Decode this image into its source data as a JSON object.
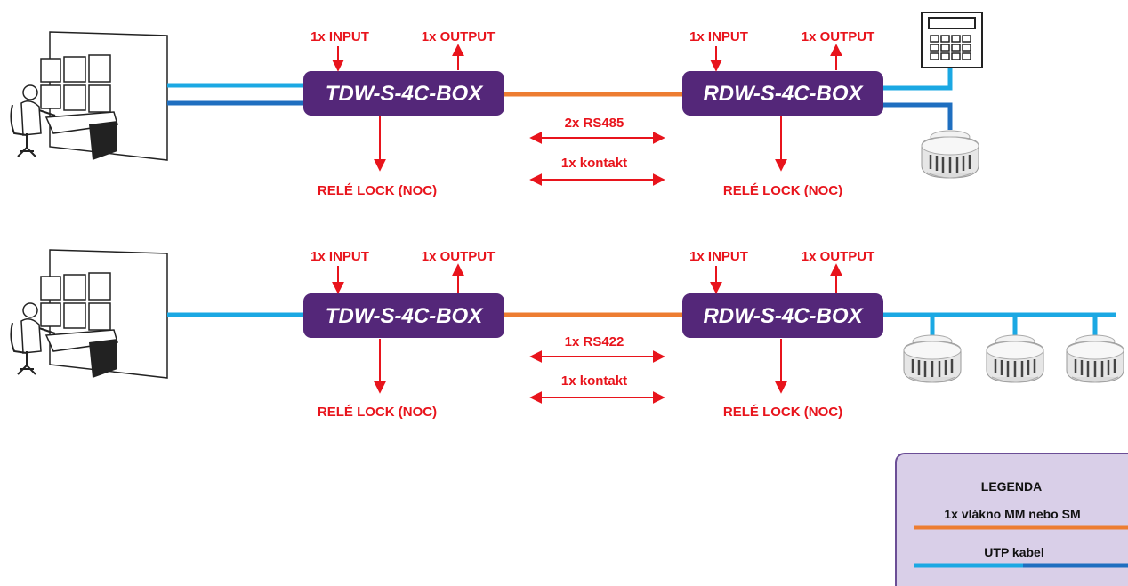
{
  "colors": {
    "box_fill": "#542779",
    "box_text": "#ffffff",
    "signal_red": "#e8141c",
    "fiber_orange": "#ed7d31",
    "utp_light_blue": "#1ba8e3",
    "utp_dark_blue": "#1f6fc0",
    "legend_fill": "#d9cfe8",
    "legend_border": "#6b4e96"
  },
  "icons": {
    "operator": "operator-workstation-icon",
    "keypad": "keypad-icon",
    "detector": "smoke-detector-icon"
  },
  "systems": [
    {
      "tx_box": "TDW-S-4C-BOX",
      "rx_box": "RDW-S-4C-BOX",
      "tx_input": "1x INPUT",
      "tx_output": "1x OUTPUT",
      "rx_input": "1x INPUT",
      "rx_output": "1x OUTPUT",
      "tx_relay": "RELÉ LOCK (NOC)",
      "rx_relay": "RELÉ LOCK (NOC)",
      "link_1": "2x RS485",
      "link_2": "1x kontakt"
    },
    {
      "tx_box": "TDW-S-4C-BOX",
      "rx_box": "RDW-S-4C-BOX",
      "tx_input": "1x INPUT",
      "tx_output": "1x OUTPUT",
      "rx_input": "1x INPUT",
      "rx_output": "1x OUTPUT",
      "tx_relay": "RELÉ LOCK (NOC)",
      "rx_relay": "RELÉ LOCK (NOC)",
      "link_1": "1x RS422",
      "link_2": "1x kontakt"
    }
  ],
  "legend": {
    "title": "LEGENDA",
    "fiber_label": "1x vlákno MM nebo SM",
    "utp_label": "UTP kabel"
  }
}
